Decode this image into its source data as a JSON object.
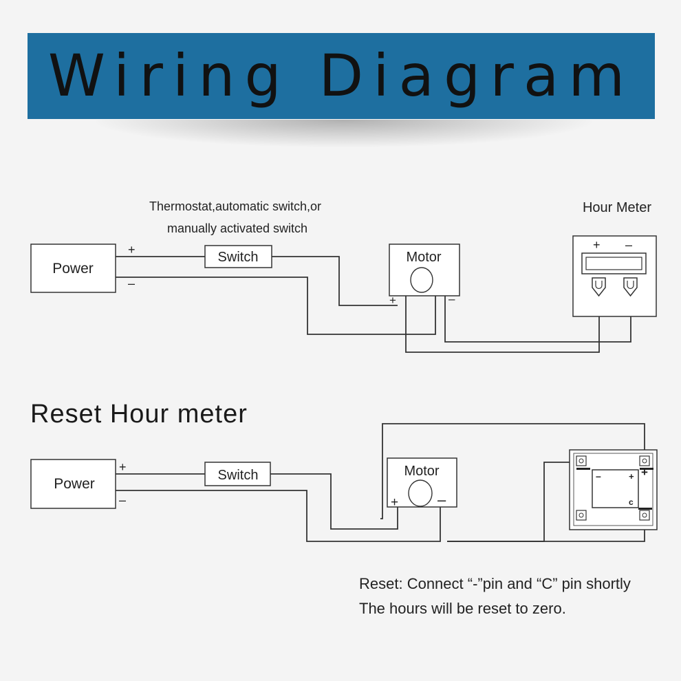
{
  "title": "Wiring Diagram",
  "wiring": {
    "switch_note_line1": "Thermostat,automatic switch,or",
    "switch_note_line2": "manually activated switch",
    "hour_meter_label": "Hour Meter",
    "power_label": "Power",
    "switch_label": "Switch",
    "motor_label": "Motor",
    "plus": "+",
    "minus": "–"
  },
  "reset": {
    "heading": "Reset Hour meter",
    "power_label": "Power",
    "switch_label": "Switch",
    "motor_label": "Motor",
    "plus": "+",
    "minus": "–",
    "meter_plus": "+",
    "meter_minus": "–",
    "meter_c": "c",
    "note_line1": "Reset: Connect “-”pin and “C” pin shortly",
    "note_line2": "The hours will be reset to zero."
  },
  "colors": {
    "banner": "#1e6fa0",
    "line": "#333333",
    "background": "#f4f4f4"
  }
}
